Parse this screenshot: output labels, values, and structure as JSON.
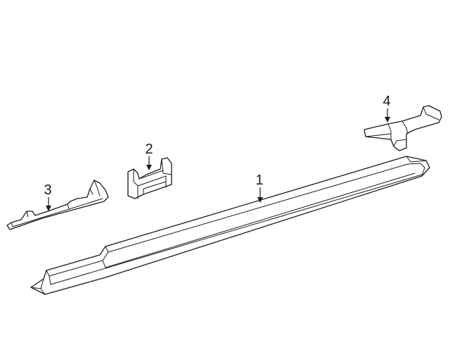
{
  "colors": {
    "background": "#ffffff",
    "line": "#1a1a1a"
  },
  "callouts": [
    {
      "label": "1"
    },
    {
      "label": "2"
    },
    {
      "label": "3"
    },
    {
      "label": "4"
    }
  ]
}
